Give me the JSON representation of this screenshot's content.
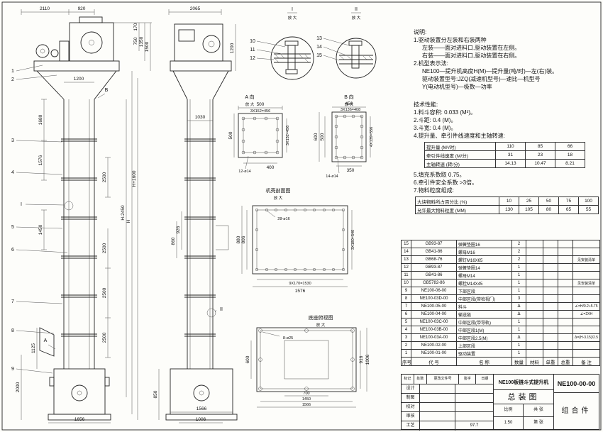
{
  "callouts_front": [
    "1",
    "2",
    "3",
    "4",
    "5",
    "6",
    "7",
    "8",
    "9"
  ],
  "callouts_detail1": [
    "10",
    "11",
    "12"
  ],
  "callouts_detail2": [
    "13",
    "14",
    "15"
  ],
  "front": {
    "d2110": "2110",
    "d920": "920",
    "d170": "170",
    "d750": "750",
    "d1350": "1350",
    "d1500": "1500",
    "d1200": "1200",
    "d1680": "1680",
    "d1576": "1576",
    "d1450": "1450",
    "d2500": "2500",
    "dh1600": "H+1600",
    "dhm2450": "H-2450",
    "dh": "H",
    "d1125": "1125",
    "d2000": "2000",
    "d850": "850",
    "d1656": "1656",
    "marker_i": "I",
    "marker_a": "A",
    "marker_b": "B"
  },
  "side": {
    "d2065": "2065",
    "d1200": "1200",
    "d1030": "1030",
    "d926": "926",
    "d860": "860",
    "d1566": "1566",
    "d1006": "1006",
    "marker_ii": "II"
  },
  "detail1": {
    "label": "I",
    "zoom": "放 大"
  },
  "detail2": {
    "label": "II",
    "zoom": "放 大"
  },
  "view_a": {
    "title": "A 向",
    "zoom": "放 大",
    "d500": "500",
    "pattern": "3X152=456",
    "d400": "400",
    "holes": "12-ø14"
  },
  "view_b": {
    "title": "B 向",
    "zoom": "放 大",
    "d450": "450",
    "pattern_h": "3X136=408",
    "d600": "600",
    "d500": "500",
    "pattern_v": "4X139=556",
    "d350": "350",
    "holes": "14-ø14"
  },
  "casing": {
    "title": "机壳剖面图",
    "zoom": "放 大",
    "holes": "28-ø16",
    "d880": "880",
    "d806": "806",
    "pattern_h": "9X170=1530",
    "d1576": "1576",
    "pattern_v": "3X180=540"
  },
  "base": {
    "title": "底座俯视图",
    "zoom": "放 大",
    "holes": "8-ø25",
    "d600": "600",
    "d916": "916",
    "d1006": "1006",
    "d700": "700",
    "d1450": "1450",
    "d1566": "1566"
  },
  "notes": {
    "title": "说明:",
    "lines": [
      "1.驱动装置分左装和右装两种",
      "左装——面对进料口,驱动装置在左侧。",
      "右装——面对进料口,驱动装置在右侧。",
      "2.机型表示法:",
      "NE100—提升机高度H(M)—提升量(吨/时)—左(右)装。",
      "驱动装置型号:JZQ(减速机型号)—速比—机型号",
      "Y(电动机型号)—极数—功率"
    ]
  },
  "tech": {
    "title": "技术性能:",
    "lines1": [
      "1.料斗容积: 0.033 (M³)。",
      "2.斗距: 0.4 (M)。",
      "3.斗宽: 0.4 (M)。",
      "4.提升量、牵引件线速度和主轴转速:"
    ],
    "lines2": [
      "5.填充系数取 0.75。",
      "6.牵引件安全系数 >3倍。",
      "7.物料粒度组成:"
    ]
  },
  "perf": {
    "rows": [
      {
        "label": "提升量 (M³/时)",
        "v1": "110",
        "v2": "85",
        "v3": "66"
      },
      {
        "label": "牵引件线速度 (M/分)",
        "v1": "31",
        "v2": "23",
        "v3": "18"
      },
      {
        "label": "主轴转速 (转/分)",
        "v1": "14.13",
        "v2": "10.47",
        "v3": "8.21"
      }
    ]
  },
  "granularity": {
    "rows": [
      {
        "label": "大块物料所占百分比 (%)",
        "v1": "10",
        "v2": "25",
        "v3": "50",
        "v4": "75",
        "v5": "100"
      },
      {
        "label": "允许最大物料粒度 (MM)",
        "v1": "130",
        "v2": "105",
        "v3": "80",
        "v4": "65",
        "v5": "55"
      }
    ]
  },
  "bom": {
    "headers": [
      "序号",
      "代  号",
      "名  称",
      "数量",
      "材料",
      "单重",
      "总重",
      "备 注"
    ],
    "rows": [
      {
        "no": "15",
        "code": "GB93-87",
        "name": "弹簧垫圈16",
        "qty": "2",
        "mat": "",
        "remark": ""
      },
      {
        "no": "14",
        "code": "GB41-86",
        "name": "螺母M16",
        "qty": "2",
        "mat": "",
        "remark": ""
      },
      {
        "no": "13",
        "code": "GB68-76",
        "name": "螺钉M16X65",
        "qty": "2",
        "mat": "",
        "remark": "见安装清单"
      },
      {
        "no": "12",
        "code": "GB93-87",
        "name": "弹簧垫圈14",
        "qty": "1",
        "mat": "",
        "remark": ""
      },
      {
        "no": "11",
        "code": "GB41-86",
        "name": "螺母M14",
        "qty": "1",
        "mat": "",
        "remark": ""
      },
      {
        "no": "10",
        "code": "GB5782-86",
        "name": "螺栓M14X45",
        "qty": "1",
        "mat": "",
        "remark": "见安装清单"
      },
      {
        "no": "9",
        "code": "NE100-06-00",
        "name": "下部区段",
        "qty": "1",
        "mat": "",
        "remark": ""
      },
      {
        "no": "8",
        "code": "NE100-03D-00",
        "name": "中部区段(带检视门)",
        "qty": "3",
        "mat": "",
        "remark": ""
      },
      {
        "no": "7",
        "code": "NE100-05-00",
        "name": "料斗",
        "qty": "Δ",
        "mat": "",
        "remark": "∠=H/0.2+5.75"
      },
      {
        "no": "6",
        "code": "NE100-04-00",
        "name": "输送链",
        "qty": "Δ",
        "mat": "",
        "remark": "∠=2XH"
      },
      {
        "no": "5",
        "code": "NE100-03C-00",
        "name": "中部区段(带导轨)",
        "qty": "1",
        "mat": "",
        "remark": ""
      },
      {
        "no": "4",
        "code": "NE100-03B-00",
        "name": "中部区段1(M)",
        "qty": "1",
        "mat": "",
        "remark": ""
      },
      {
        "no": "3",
        "code": "NE100-03A-00",
        "name": "中部区段2.5(M)",
        "qty": "Δ",
        "mat": "",
        "remark": "Δ=(H-3.15)/2.5"
      },
      {
        "no": "2",
        "code": "NE100-02-00",
        "name": "上部区段",
        "qty": "1",
        "mat": "",
        "remark": ""
      },
      {
        "no": "1",
        "code": "NE100-01-00",
        "name": "驱动装置",
        "qty": "1",
        "mat": "",
        "remark": ""
      }
    ]
  },
  "titleblock": {
    "product": "NE100板链斗式提升机",
    "sheet_name": "总装图",
    "drawing_no": "NE100-00-00",
    "kind": "组合件",
    "scale_label": "比例",
    "scale": "1:50",
    "sheets_label": "共 张",
    "sheet_no_label": "第 张",
    "rev": [
      "标记",
      "处数",
      "更改文件号",
      "签字",
      "日期"
    ],
    "sigs": [
      {
        "role": "设计",
        "sig": "",
        "date": ""
      },
      {
        "role": "制图",
        "sig": "",
        "date": ""
      },
      {
        "role": "校对",
        "sig": "",
        "date": ""
      },
      {
        "role": "审核",
        "sig": "",
        "date": ""
      },
      {
        "role": "工艺",
        "sig": "",
        "date": "97.7"
      }
    ]
  }
}
